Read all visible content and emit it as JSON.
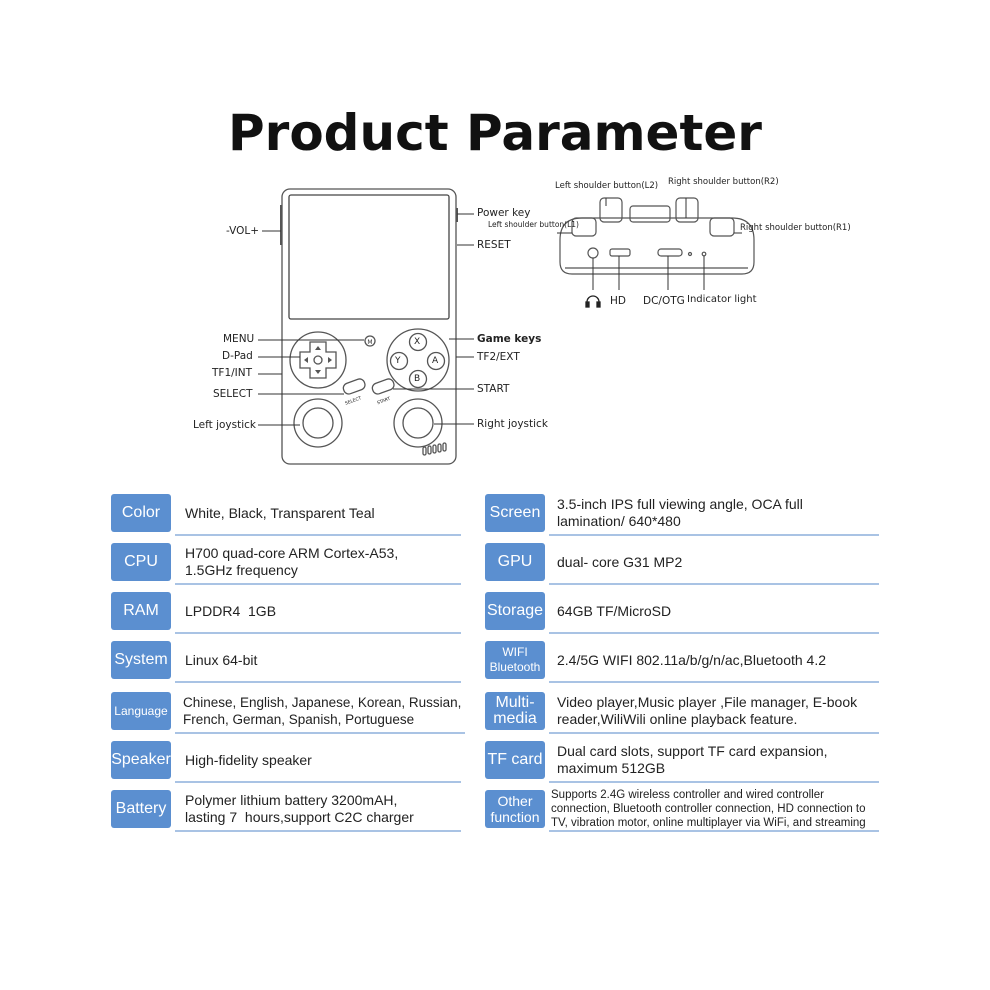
{
  "title": "Product Parameter",
  "diagram_labels": {
    "vol": "-VOL+",
    "power_key": "Power key",
    "reset": "RESET",
    "menu": "MENU",
    "dpad": "D-Pad",
    "tf1": "TF1/INT",
    "select": "SELECT",
    "left_joystick": "Left joystick",
    "game_keys": "Game keys",
    "tf2": "TF2/EXT",
    "start": "START",
    "right_joystick": "Right joystick",
    "btn_x": "X",
    "btn_y": "Y",
    "btn_a": "A",
    "btn_b": "B",
    "menu_btn": "M",
    "select_small": "SELECT",
    "start_small": "START"
  },
  "top_view_labels": {
    "l2": "Left shoulder button(L2)",
    "r2": "Right shoulder button(R2)",
    "l1": "Left shoulder button(L1)",
    "r1": "Right shoulder button(R1)",
    "hd": "HD",
    "dc_otg": "DC/OTG",
    "indicator": "Indicator light",
    "headphone_icon": "headphone-icon"
  },
  "specs_left": [
    {
      "key": "Color",
      "value": "White, Black, Transparent Teal"
    },
    {
      "key": "CPU",
      "value": "H700 quad-core ARM Cortex-A53, 1.5GHz frequency"
    },
    {
      "key": "RAM",
      "value": "LPDDR4  1GB"
    },
    {
      "key": "System",
      "value": "Linux 64-bit"
    },
    {
      "key": "Language",
      "value": "Chinese, English, Japanese, Korean, Russian, French, German, Spanish, Portuguese"
    },
    {
      "key": "Speaker",
      "value": "High-fidelity speaker"
    },
    {
      "key": "Battery",
      "value": "Polymer lithium battery 3200mAH, lasting 7  hours,support C2C charger"
    }
  ],
  "specs_right": [
    {
      "key": "Screen",
      "value": "3.5-inch IPS full viewing angle, OCA full lamination/ 640*480"
    },
    {
      "key": "GPU",
      "value": "dual- core G31 MP2"
    },
    {
      "key": "Storage",
      "value": "64GB TF/MicroSD"
    },
    {
      "key": "WIFI Bluetooth",
      "value": "2.4/5G WIFI 802.11a/b/g/n/ac,Bluetooth 4.2"
    },
    {
      "key": "Multi-media",
      "value": "Video  player,Music player ,File manager, E-book reader,WiliWili online playback feature."
    },
    {
      "key": "TF card",
      "value": "Dual card slots, support TF card expansion, maximum 512GB"
    },
    {
      "key": "Other function",
      "value": "Supports 2.4G wireless controller and wired controller connection, Bluetooth controller connection, HD connection to TV, vibration motor, online multiplayer via WiFi, and streaming"
    }
  ],
  "colors": {
    "badge": "#5b8fd0",
    "underline": "#a9c3e4"
  }
}
